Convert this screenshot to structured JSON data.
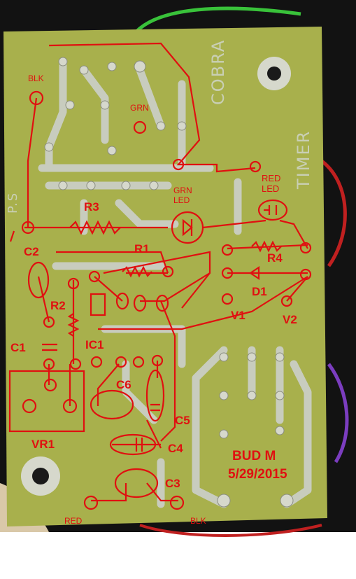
{
  "board": {
    "silkscreen": {
      "cobra": "COBRA",
      "timer": "TIMER",
      "ps": "P.S"
    },
    "labels": {
      "blk_top": "BLK",
      "grn": "GRN",
      "red_led": "RED\nLED",
      "grn_led": "GRN\nLED",
      "r3": "R3",
      "r1": "R1",
      "r4": "R4",
      "d1": "D1",
      "c2": "C2",
      "r2": "R2",
      "v1": "V1",
      "v2": "V2",
      "c1": "C1",
      "ic1": "IC1",
      "c6": "C6",
      "c5": "C5",
      "c4": "C4",
      "c3": "C3",
      "vr1": "VR1",
      "red_bottom": "RED",
      "blk_bottom": "BLK",
      "author": "BUD M",
      "date": "5/29/2015"
    },
    "colors": {
      "board": "#a8b04c",
      "copper": "#c8ccbe",
      "annotation": "#e01010",
      "background": "#141414"
    }
  }
}
